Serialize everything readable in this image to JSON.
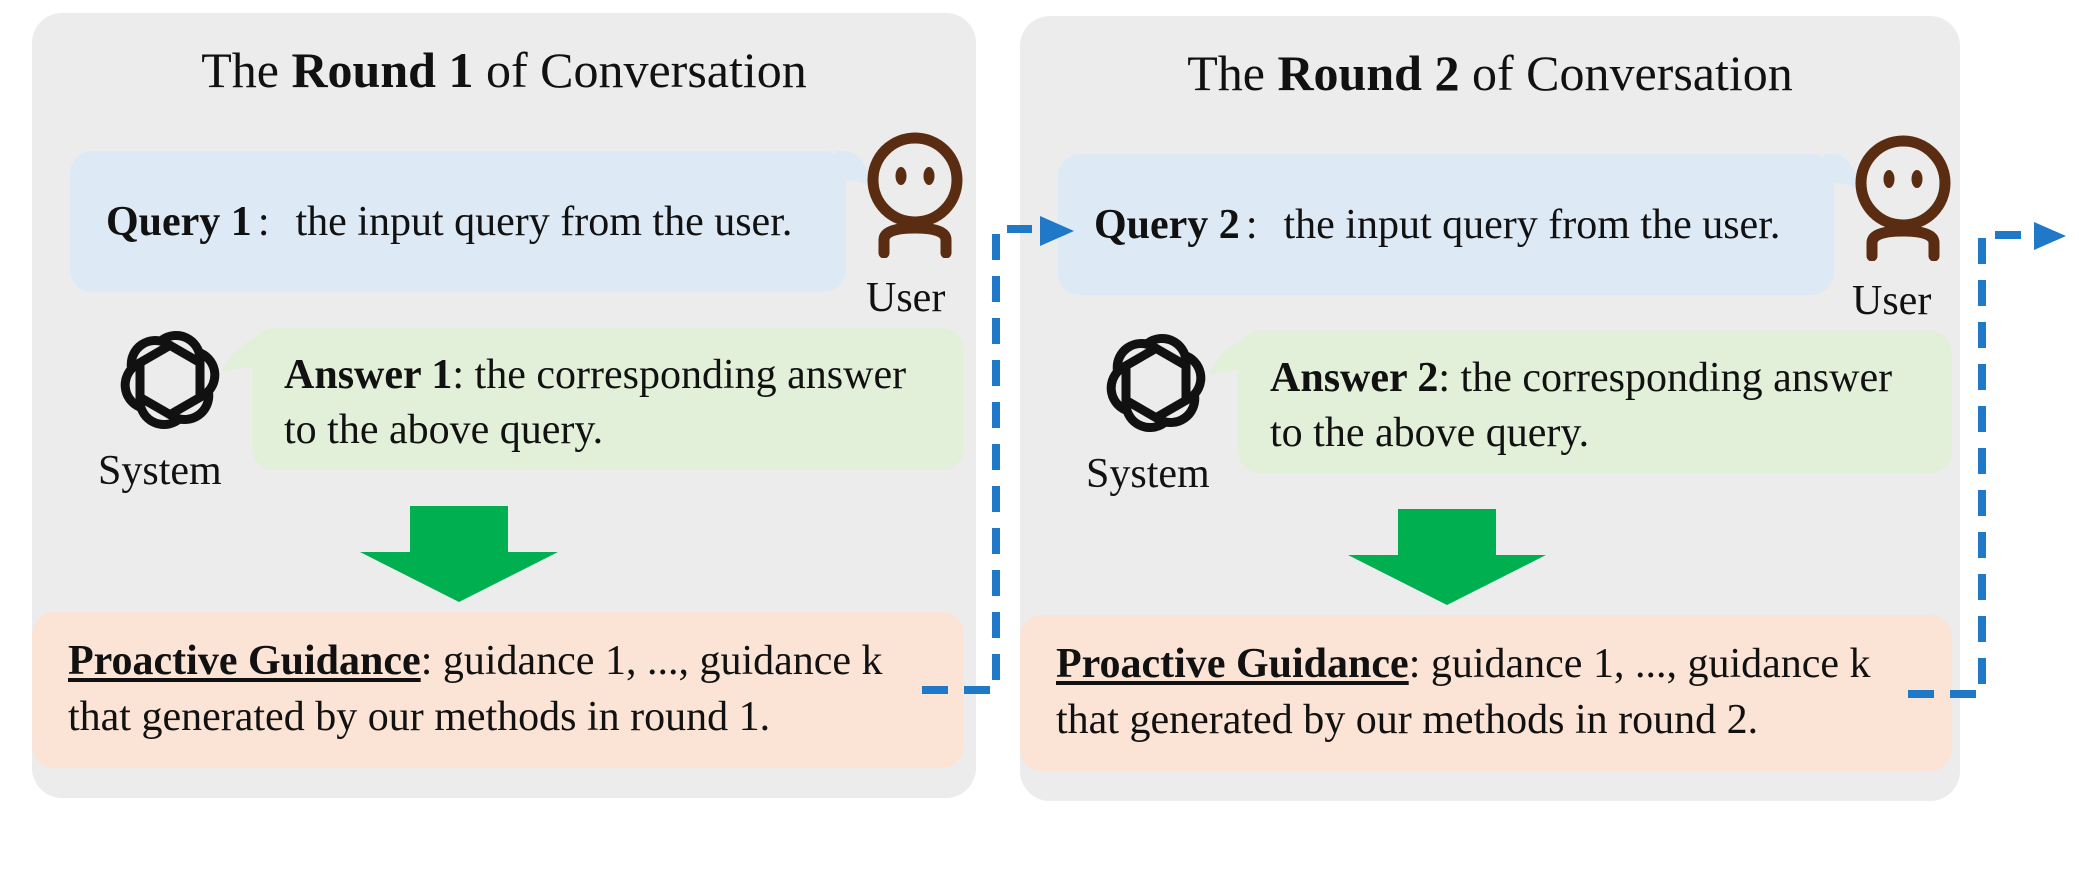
{
  "colors": {
    "panel_bg": "#ececec",
    "query_bg": "#dde9f5",
    "answer_bg": "#e2efd9",
    "guidance_bg": "#fbe4d5",
    "arrow_green": "#00b050",
    "dashed_blue": "#1f78c8",
    "user_brown": "#5a2d12"
  },
  "rounds": [
    {
      "title_prefix": "The ",
      "title_bold": "Round 1",
      "title_suffix": " of Conversation",
      "query_label": "Query 1",
      "query_sep": ":",
      "query_text": "the input query from the user.",
      "user_label": "User",
      "user_icon": "user-icon",
      "system_label": "System",
      "system_icon": "openai-logo-icon",
      "answer_label": "Answer 1",
      "answer_text_line1": ": the corresponding answer",
      "answer_text_line2": "to the above query.",
      "guidance_label": "Proactive Guidance",
      "guidance_text_line1": ": guidance 1, ..., guidance k",
      "guidance_text_line2": "that generated by our methods in round 1."
    },
    {
      "title_prefix": "The ",
      "title_bold": "Round 2",
      "title_suffix": " of Conversation",
      "query_label": "Query 2",
      "query_sep": ":",
      "query_text": "the input query from the user.",
      "user_label": "User",
      "user_icon": "user-icon",
      "system_label": "System",
      "system_icon": "openai-logo-icon",
      "answer_label": "Answer 2",
      "answer_text_line1": ": the corresponding answer",
      "answer_text_line2": "to the above query.",
      "guidance_label": "Proactive Guidance",
      "guidance_text_line1": ": guidance 1, ..., guidance k",
      "guidance_text_line2": "that generated by our methods in round 2."
    }
  ]
}
